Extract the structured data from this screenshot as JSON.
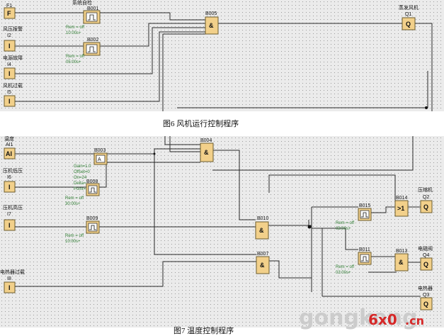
{
  "captions": {
    "fig6": "图6 风机运行控制程序",
    "fig7": "图7 温度控制程序"
  },
  "fig6": {
    "inputs": [
      {
        "id": "F1",
        "name": "",
        "symbol": "F"
      },
      {
        "id": "I2",
        "name": "风压报警",
        "symbol": "I"
      },
      {
        "id": "I4",
        "name": "电源故障",
        "symbol": "I"
      },
      {
        "id": "I5",
        "name": "风机过载",
        "symbol": "I"
      }
    ],
    "blocks": {
      "B001": {
        "id": "B001",
        "title": "系统自检",
        "param1": "Rem = off",
        "param2": "10:00s+"
      },
      "B002": {
        "id": "B002",
        "param1": "Rem = off",
        "param2": "05:00s+"
      },
      "B005": {
        "id": "B005",
        "symbol": "&"
      }
    },
    "output": {
      "name": "蒸发风机",
      "id": "Q1",
      "symbol": "Q"
    }
  },
  "fig7": {
    "inputs": [
      {
        "id": "AI1",
        "name": "温度",
        "symbol": "AI"
      },
      {
        "id": "I6",
        "name": "压机低压",
        "symbol": "I"
      },
      {
        "id": "I7",
        "name": "压机高压",
        "symbol": "I"
      },
      {
        "id": "I8",
        "name": "电热器过载",
        "symbol": "I"
      }
    ],
    "blocks": {
      "B003": {
        "id": "B003",
        "symbol": "A",
        "params": [
          "Gain=1.0",
          "Offset=0",
          "On=24",
          "Delta=",
          "Point="
        ]
      },
      "B004": {
        "id": "B004",
        "symbol": "&"
      },
      "B008": {
        "id": "B008",
        "param1": "Rem = off",
        "param2": "30:00s+"
      },
      "B009": {
        "id": "B009",
        "param1": "Rem = off",
        "param2": "10:00s+"
      },
      "B010": {
        "id": "B010",
        "symbol": "&"
      },
      "B007": {
        "id": "B007",
        "symbol": "&"
      },
      "B015": {
        "id": "B015",
        "param1": "Rem = off",
        "param2": "03:00s+"
      },
      "B011": {
        "id": "B011",
        "param1": "Rem = off",
        "param2": "03:00s+"
      },
      "B014": {
        "id": "B014",
        "symbol": ">1"
      },
      "B013": {
        "id": "B013",
        "symbol": "&"
      }
    },
    "outputs": [
      {
        "name": "压缩机",
        "id": "Q2",
        "symbol": "Q"
      },
      {
        "name": "电磁阀",
        "id": "Q4",
        "symbol": "Q"
      },
      {
        "name": "电热器",
        "id": "Q3",
        "symbol": "Q"
      }
    ]
  },
  "watermark": {
    "text1": "gongkong",
    "text2": "6x0",
    "text3": ".cn"
  }
}
